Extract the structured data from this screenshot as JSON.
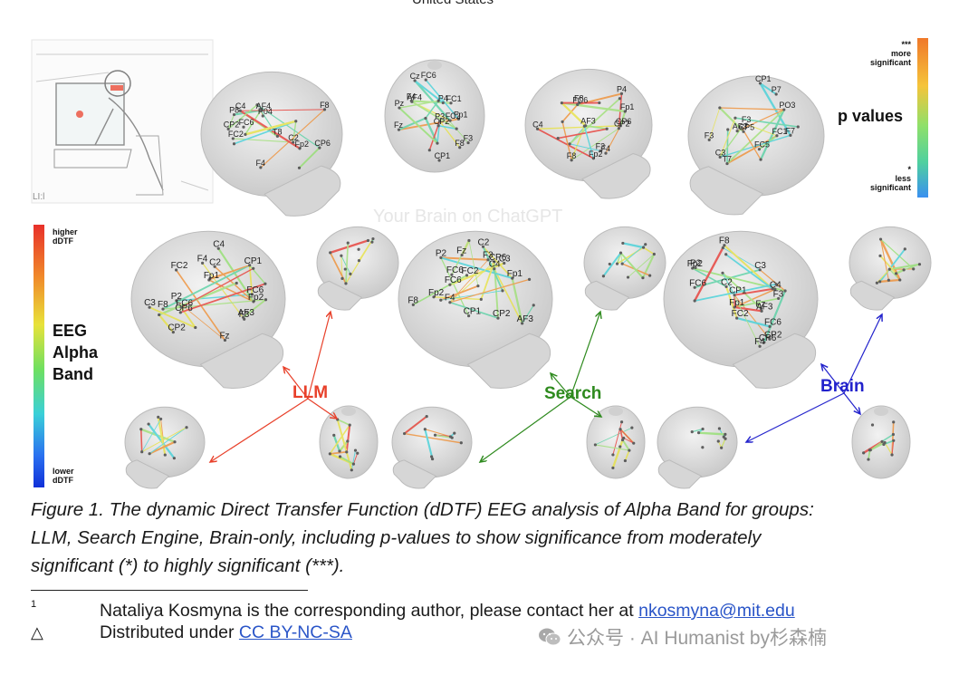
{
  "top_cut_text": "United States",
  "ghost_watermark": "Your Brain on ChatGPT",
  "p_values": {
    "stars_top": "***",
    "more_line1": "more",
    "more_line2": "significant",
    "title": "p values",
    "star_bottom": "*",
    "less_line1": "less",
    "less_line2": "significant",
    "colors": [
      "#f0782a",
      "#f5c43a",
      "#8fe06a",
      "#4fd0a0",
      "#3a90f0"
    ]
  },
  "eeg_legend": {
    "higher_line1": "higher",
    "higher_line2": "dDTF",
    "title_line1": "EEG",
    "title_line2": "Alpha",
    "title_line3": "Band",
    "lower_line1": "lower",
    "lower_line2": "dDTF",
    "colors": [
      "#e8302a",
      "#f08a2a",
      "#e8e23a",
      "#6fe060",
      "#3ad0d8",
      "#2a70f0",
      "#1030d8"
    ]
  },
  "top_row_electrodes": {
    "head1": [
      "CP2",
      "C2",
      "FC2",
      "CP6",
      "C4",
      "F4",
      "P04",
      "FC6",
      "AF4",
      "P8",
      "T8",
      "F8",
      "Fp2"
    ],
    "head2": [
      "Fp1",
      "AF4",
      "F3",
      "Fz",
      "F4",
      "F8",
      "FC1",
      "FC2",
      "FC6",
      "Cz",
      "CP1",
      "CP2",
      "P3",
      "Pz",
      "P4"
    ],
    "head3": [
      "P4",
      "CP2",
      "C4",
      "FC6",
      "F8",
      "F3",
      "AF3",
      "Fp1",
      "CP6",
      "F4",
      "Fp2",
      "F8"
    ],
    "head4": [
      "FC1",
      "C3",
      "CP1",
      "F3",
      "CP5",
      "PO3",
      "FC5",
      "F7",
      "T7",
      "P7",
      "F3",
      "AF3"
    ]
  },
  "bottom_large_electrodes": [
    "CP1",
    "CP2",
    "P2",
    "C2",
    "FC2",
    "C3",
    "F3",
    "FC6",
    "C4",
    "Fz",
    "AF3",
    "Fp1",
    "CP6",
    "FC6",
    "F4",
    "Fp2",
    "F8"
  ],
  "groups": [
    {
      "label": "LLM",
      "color": "#e8402a"
    },
    {
      "label": "Search",
      "color": "#2e8a1e"
    },
    {
      "label": "Brain",
      "color": "#2222cc"
    }
  ],
  "caption": {
    "line1": "Figure 1. The dynamic Direct Transfer Function (dDTF) EEG analysis of Alpha Band for groups:",
    "line2": "LLM, Search Engine, Brain-only, including p-values to show significance from moderately",
    "line3": "significant (*) to highly significant (***)."
  },
  "footnotes": {
    "fn1_marker": "1",
    "fn1_text": "Nataliya Kosmyna is the corresponding author, please contact her at ",
    "fn1_link": "nkosmyna@mit.edu",
    "fn2_marker": "△",
    "fn2_text": "Distributed under ",
    "fn2_link": "CC BY-NC-SA"
  },
  "wechat_watermark": "公众号 · AI Humanist by杉森楠"
}
